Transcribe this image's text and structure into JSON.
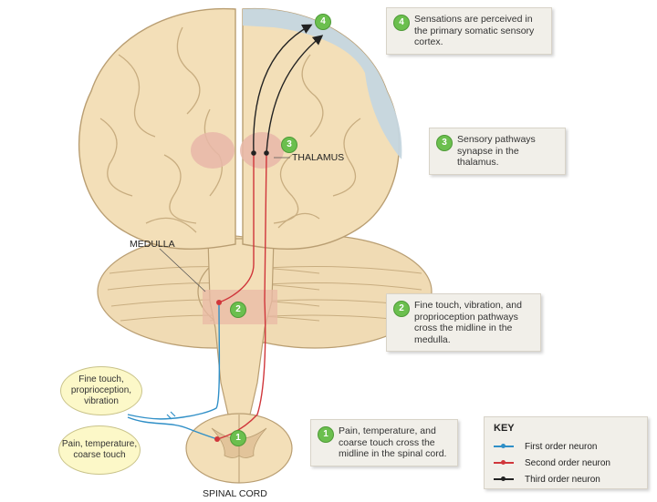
{
  "labels": {
    "thalamus": "THALAMUS",
    "medulla": "MEDULLA",
    "spinal_cord": "SPINAL CORD"
  },
  "ovals": {
    "fine_touch": "Fine touch, proprioception, vibration",
    "pain": "Pain, temperature, coarse touch"
  },
  "steps": [
    {
      "num": "1",
      "text": "Pain, temperature, and coarse touch cross the midline in the spinal cord."
    },
    {
      "num": "2",
      "text": "Fine touch, vibration, and proprioception pathways cross the midline in the medulla."
    },
    {
      "num": "3",
      "text": "Sensory pathways synapse in the thalamus."
    },
    {
      "num": "4",
      "text": "Sensations are perceived in the primary somatic sensory cortex."
    }
  ],
  "key": {
    "title": "KEY",
    "items": [
      {
        "label": "First order neuron",
        "color": "#2f8fc7"
      },
      {
        "label": "Second order neuron",
        "color": "#d0363b"
      },
      {
        "label": "Third order neuron",
        "color": "#222222"
      }
    ]
  },
  "colors": {
    "brain": "#f3dfb8",
    "brain_outline": "#b99e72",
    "cortex_highlight": "#c5d6df",
    "thalamus_region": "#e7b7a8",
    "medulla_region": "#e9b9a6",
    "first_order": "#2f8fc7",
    "second_order": "#d0363b",
    "third_order": "#222222",
    "badge": "#6bbf4e"
  }
}
